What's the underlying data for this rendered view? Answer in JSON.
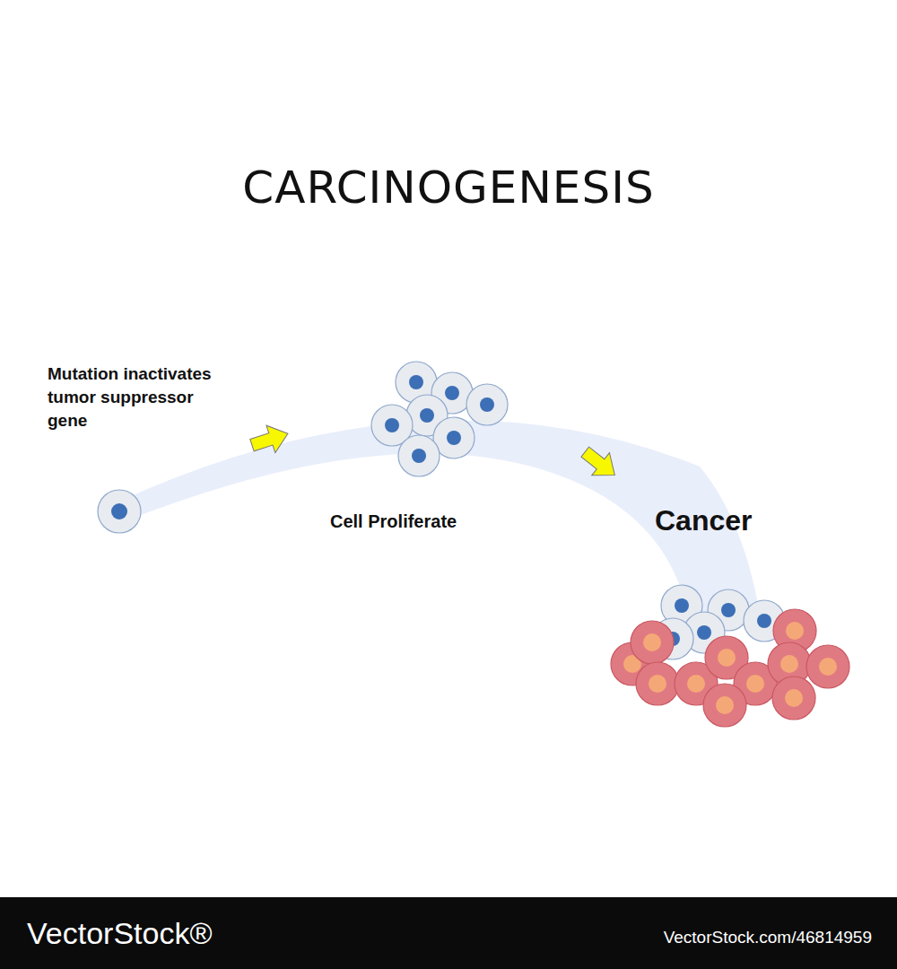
{
  "diagram": {
    "title": "CARCINOGENESIS",
    "labels": [
      "Mutation inactivates tumor suppressor gene",
      "Cell Proliferate",
      "Cancer",
      "VectorStock®",
      "VectorStock.com/46814959"
    ]
  }
}
